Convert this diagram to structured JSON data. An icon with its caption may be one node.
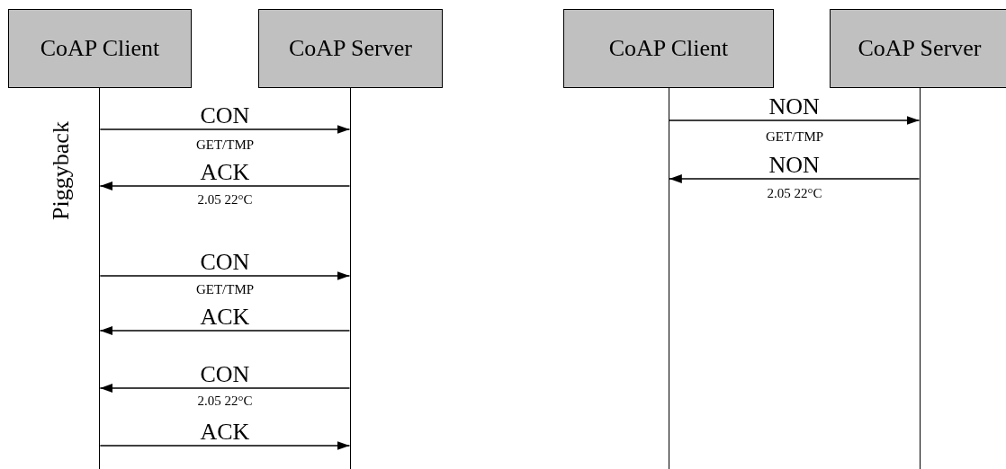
{
  "diagram": {
    "nodes": [
      {
        "text": [
          "CoAP Client"
        ]
      },
      {
        "text": [
          "CoAP Server"
        ]
      },
      {
        "text": [
          "CoAP Client"
        ]
      },
      {
        "text": [
          "CoAP Server"
        ]
      },
      {
        "text": [],
        "shape": "bar"
      },
      {
        "text": [],
        "shape": "bar"
      },
      {
        "text": [],
        "shape": "bar"
      },
      {
        "text": [],
        "shape": "bar"
      }
    ],
    "edges": [
      {
        "from": 4,
        "to": 5,
        "arrow": "to",
        "label": "CON"
      },
      {
        "from": 5,
        "to": 4,
        "arrow": "to",
        "label": "ACK"
      },
      {
        "from": 4,
        "to": 5,
        "arrow": "to",
        "label": "CON"
      },
      {
        "from": 5,
        "to": 4,
        "arrow": "to",
        "label": "ACK"
      },
      {
        "from": 5,
        "to": 4,
        "arrow": "to",
        "label": "CON"
      },
      {
        "from": 4,
        "to": 5,
        "arrow": "to",
        "label": "ACK"
      },
      {
        "from": 6,
        "to": 7,
        "arrow": "to",
        "label": "NON"
      },
      {
        "from": 7,
        "to": 6,
        "arrow": "to",
        "label": "NON"
      }
    ],
    "labels": [
      "Piggyback",
      "GET/TMP",
      "2.05 22°C",
      "GET/TMP",
      "2.05 22°C",
      "GET/TMP",
      "2.05 22°C"
    ]
  }
}
